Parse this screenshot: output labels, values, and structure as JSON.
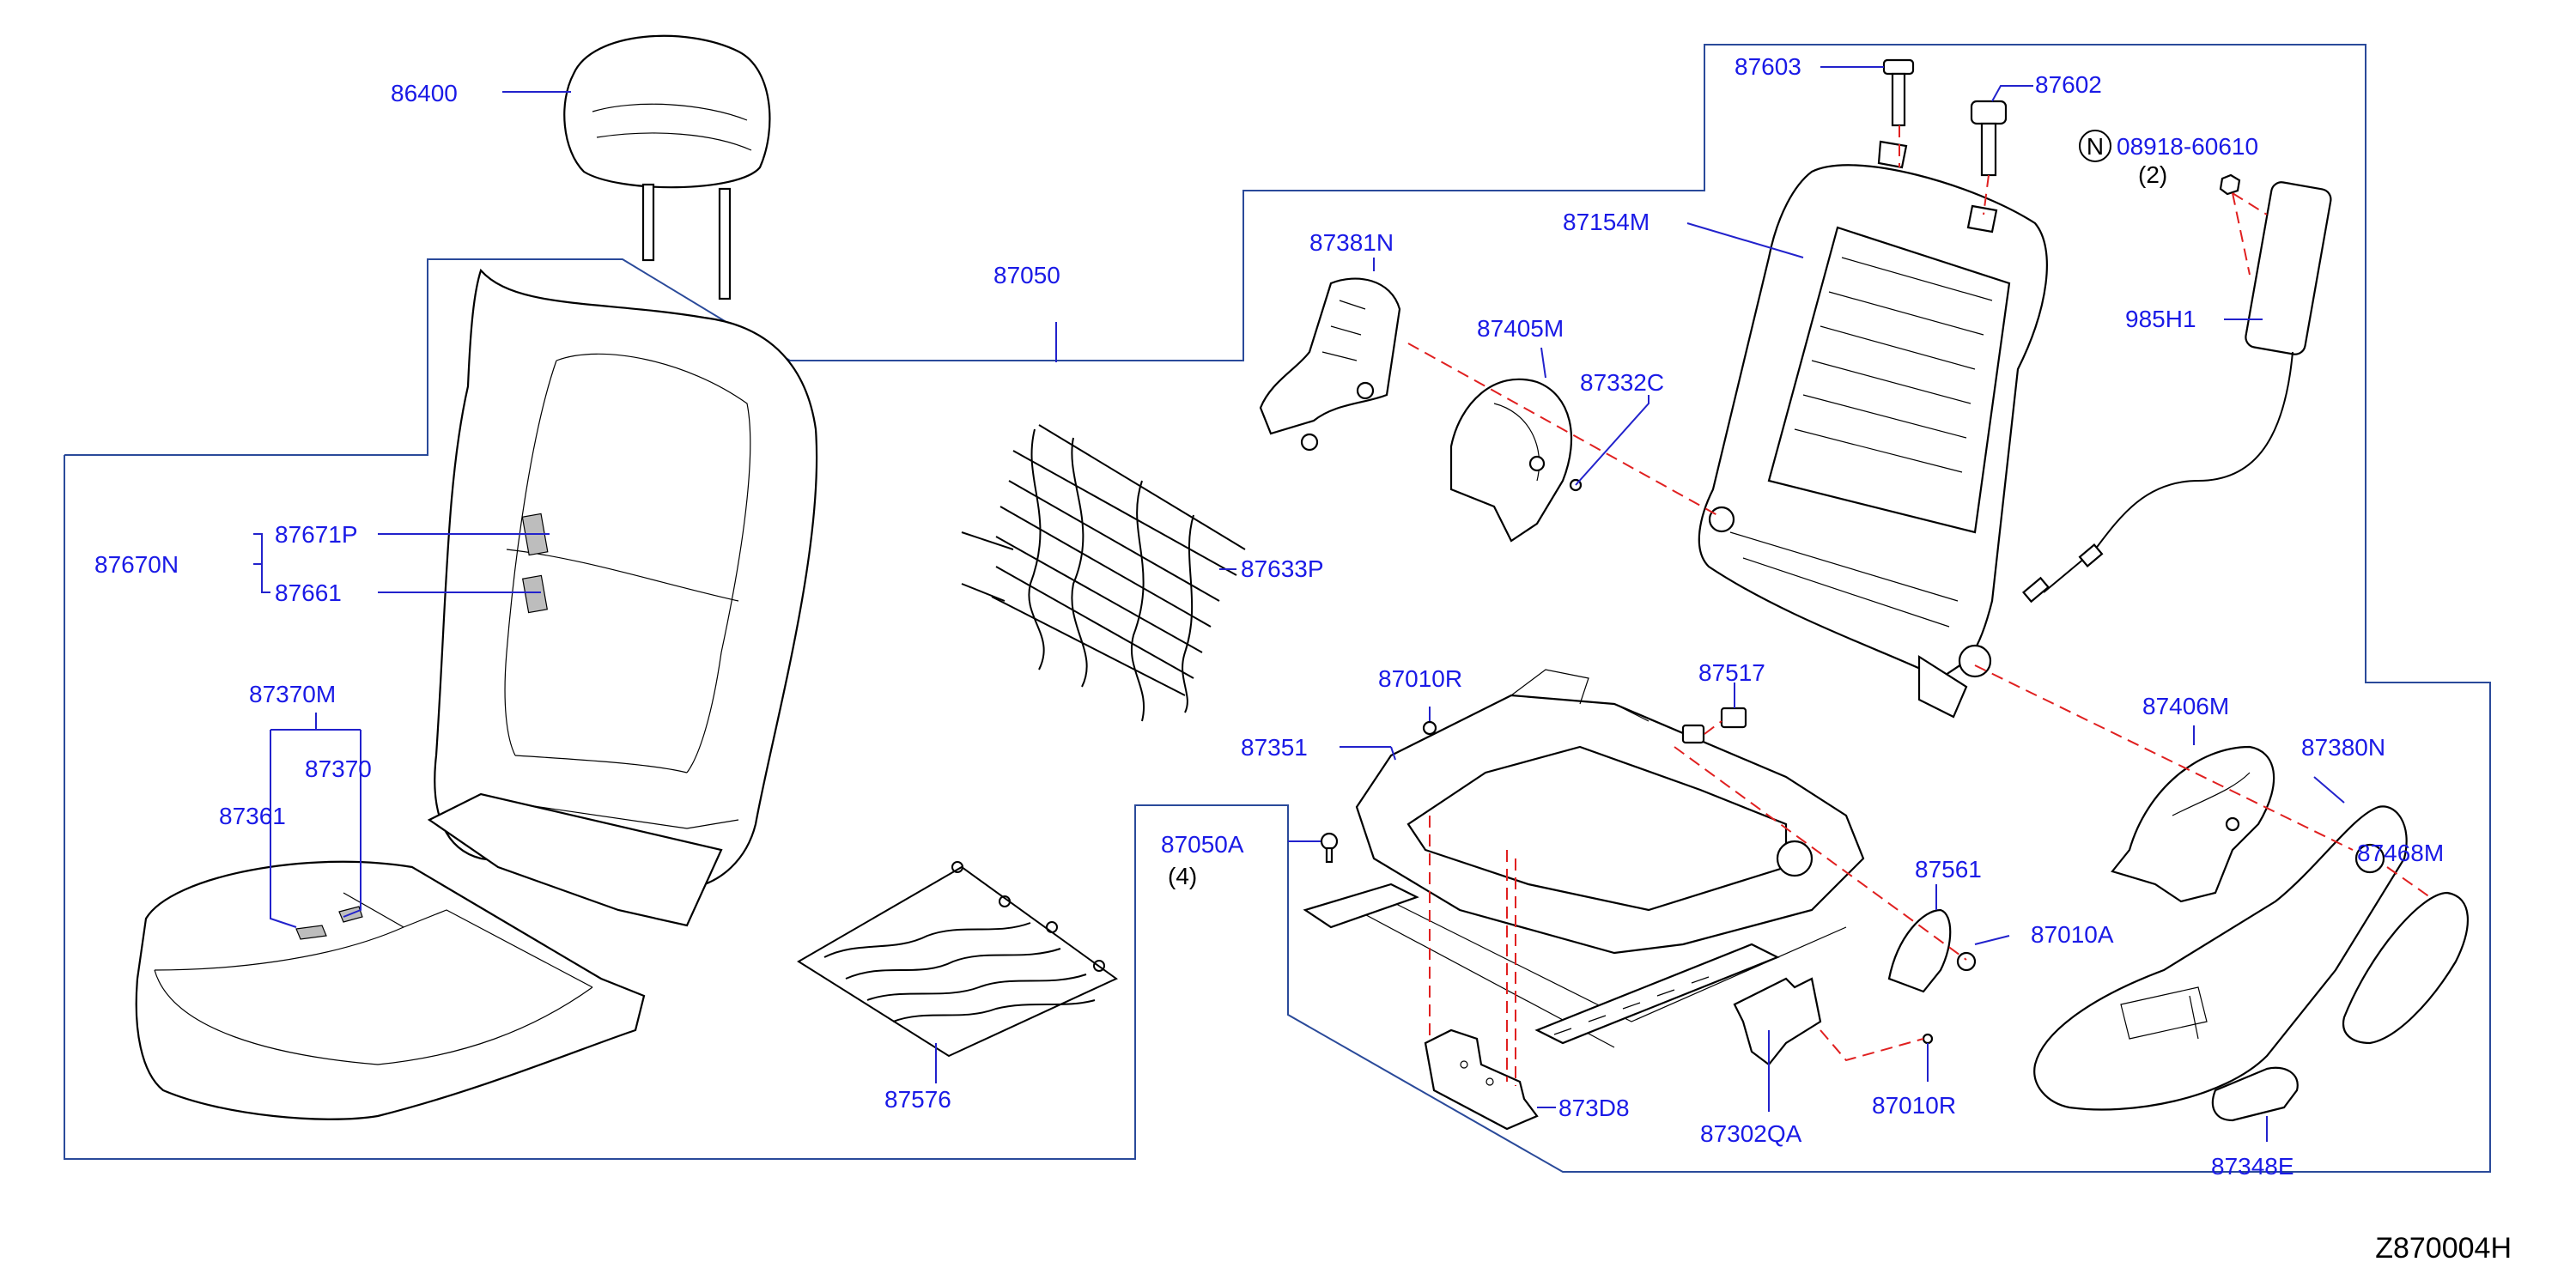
{
  "diagram_code": "Z870004H",
  "callouts": {
    "c86400": "86400",
    "c87050": "87050",
    "c87670N": "87670N",
    "c87671P": "87671P",
    "c87661": "87661",
    "c87370M": "87370M",
    "c87370": "87370",
    "c87361": "87361",
    "c87633P": "87633P",
    "c87576": "87576",
    "c87603": "87603",
    "c87602": "87602",
    "c08918": "08918-60610",
    "c08918_qty": "(2)",
    "c08918_prefix": "N",
    "c87154M": "87154M",
    "c985H1": "985H1",
    "c87381N": "87381N",
    "c87405M": "87405M",
    "c87332C": "87332C",
    "c87010R_top": "87010R",
    "c87517": "87517",
    "c87351": "87351",
    "c87050A": "87050A",
    "c87050A_qty": "(4)",
    "c87561": "87561",
    "c87010A": "87010A",
    "c87406M": "87406M",
    "c87380N": "87380N",
    "c87468M": "87468M",
    "c873D8": "873D8",
    "c87302QA": "87302QA",
    "c87010R_bot": "87010R",
    "c87348E": "87348E"
  }
}
